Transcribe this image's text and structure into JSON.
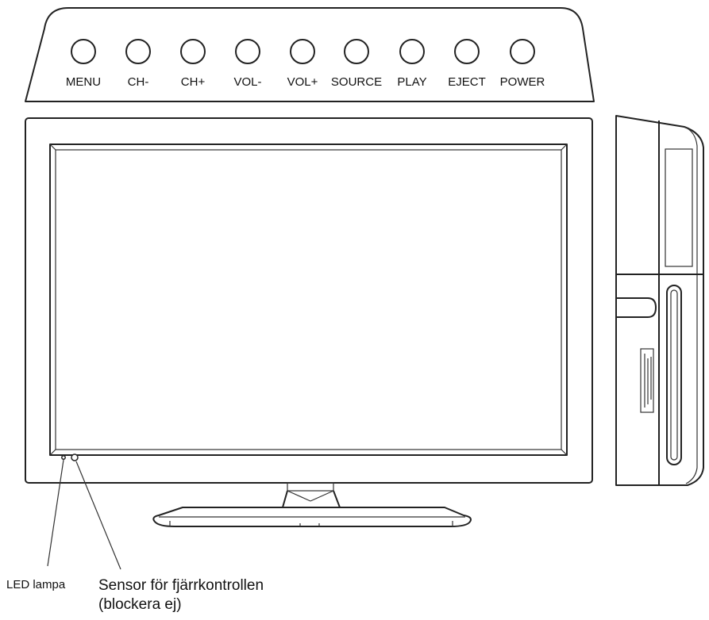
{
  "buttons": [
    {
      "label": "MENU"
    },
    {
      "label": "CH-"
    },
    {
      "label": "CH+"
    },
    {
      "label": "VOL-"
    },
    {
      "label": "VOL+"
    },
    {
      "label": "SOURCE"
    },
    {
      "label": "PLAY"
    },
    {
      "label": "EJECT"
    },
    {
      "label": "POWER"
    }
  ],
  "callouts": {
    "led": "LED lampa",
    "sensor_line1": "Sensor för fjärrkontrollen",
    "sensor_line2": "(blockera ej)"
  }
}
